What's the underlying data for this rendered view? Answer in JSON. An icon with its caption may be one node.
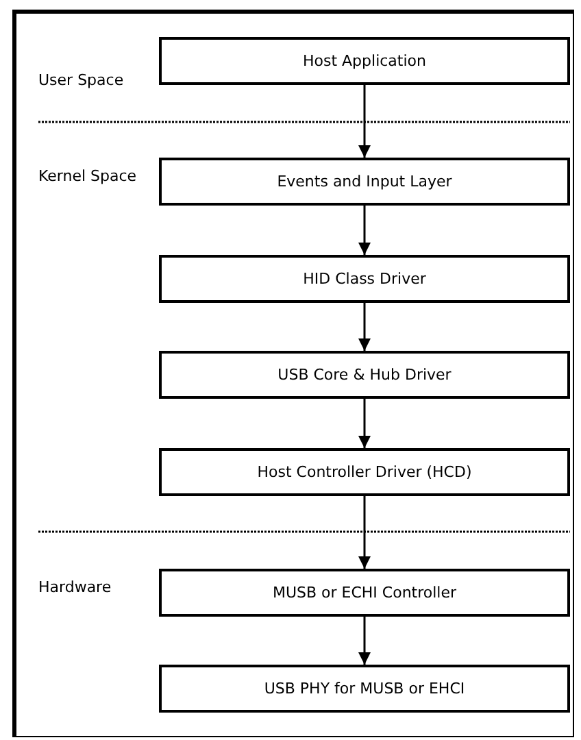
{
  "diagram": {
    "nodes": [
      {
        "text": [
          "Host Application"
        ]
      },
      {
        "text": [
          "Events and Input Layer"
        ]
      },
      {
        "text": [
          "HID Class Driver"
        ]
      },
      {
        "text": [
          "USB Core & Hub Driver"
        ]
      },
      {
        "text": [
          "Host Controller Driver (HCD)"
        ]
      },
      {
        "text": [
          "MUSB or ECHI Controller"
        ]
      },
      {
        "text": [
          "USB PHY for MUSB or EHCI"
        ]
      }
    ],
    "edges": [
      {
        "from": 0,
        "to": 1,
        "arrow": "to"
      },
      {
        "from": 1,
        "to": 2,
        "arrow": "to"
      },
      {
        "from": 2,
        "to": 3,
        "arrow": "to"
      },
      {
        "from": 3,
        "to": 4,
        "arrow": "to"
      },
      {
        "from": 4,
        "to": 5,
        "arrow": "to"
      },
      {
        "from": 5,
        "to": 6,
        "arrow": "to"
      }
    ],
    "labels": [
      "User Space",
      "Kernel Space",
      "Hardware"
    ]
  }
}
